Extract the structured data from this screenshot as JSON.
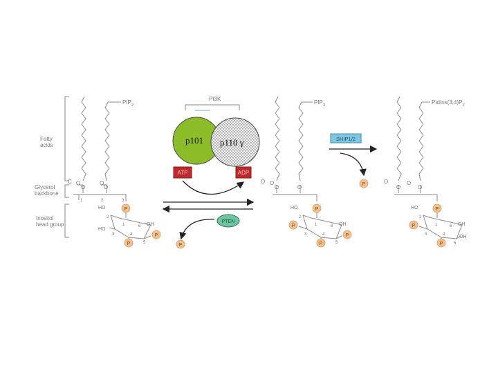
{
  "labels": {
    "pip2": "PIP",
    "pip2_sub": "2",
    "pip3": "PIP",
    "pip3_sub": "3",
    "ptdins": "PtdIns(3,4)P",
    "ptdins_sub": "2",
    "fatty_acids_1": "Fatty",
    "fatty_acids_2": "acids",
    "glycerol_1": "Glycerol",
    "glycerol_2": "backbone",
    "inositol_1": "Inositol",
    "inositol_2": "head group",
    "pi3k": "PI3K",
    "p101": "p101",
    "p110": "p110 γ",
    "atp": "ATP",
    "adp": "ADP",
    "pten": "PTEN",
    "ship": "SHIP1/2",
    "phosphate": "P",
    "oxygen": "O",
    "carbon": "C",
    "ho": "HO",
    "oh": "OH",
    "num1": "1",
    "num2": "2",
    "num3": "3",
    "num4": "4",
    "num5": "5",
    "num6": "6"
  },
  "colors": {
    "p101_fill": "#8cbd28",
    "p110_fill": "#f2f2f2",
    "atp_fill": "#c0282a",
    "adp_fill": "#c0282a",
    "pten_fill": "#6fc4a0",
    "ship_fill": "#7fc7e3",
    "phosphate_fill": "#f2c08f",
    "line": "#8a8a8a"
  }
}
